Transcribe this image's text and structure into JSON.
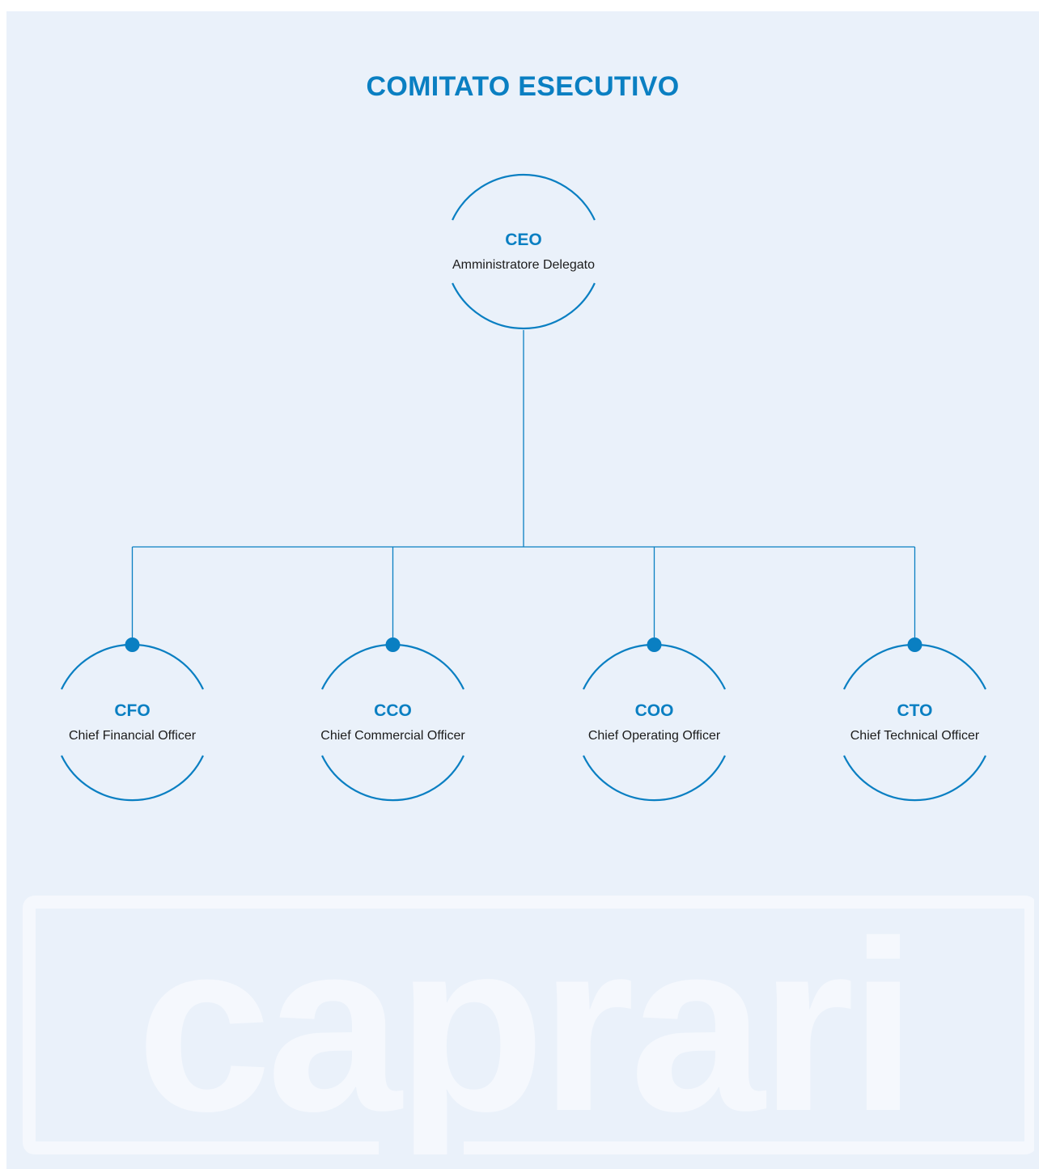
{
  "title": "COMITATO ESECUTIVO",
  "colors": {
    "accent": "#0a7fc2",
    "background": "#eaf1fa",
    "watermark": "#f5f8fd",
    "text": "#1c1c1c"
  },
  "ceo": {
    "abbr": "CEO",
    "role": "Amministratore Delegato"
  },
  "executives": [
    {
      "abbr": "CFO",
      "role": "Chief Financial Officer"
    },
    {
      "abbr": "CCO",
      "role": "Chief Commercial Officer"
    },
    {
      "abbr": "COO",
      "role": "Chief Operating Officer"
    },
    {
      "abbr": "CTO",
      "role": "Chief Technical Officer"
    }
  ],
  "watermark": {
    "text": "caprari"
  }
}
